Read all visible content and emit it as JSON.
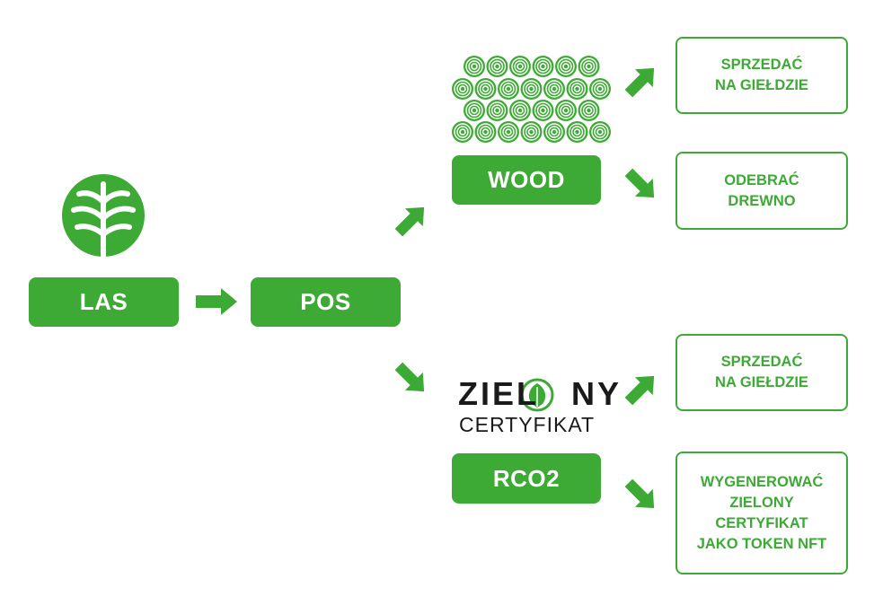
{
  "colors": {
    "accent": "#3daa35",
    "text_dark": "#1a1a1a",
    "background": "#ffffff"
  },
  "nodes": {
    "las": "LAS",
    "pos": "POS",
    "wood": "WOOD",
    "rco2": "RCO2"
  },
  "certificate_logo": {
    "line1": "ZIEL",
    "line1_end": "NY",
    "line2": "CERTYFIKAT"
  },
  "outcomes": {
    "wood_sell": "SPRZEDAĆ\nNA GIEŁDZIE",
    "wood_collect": "ODEBRAĆ\nDREWNO",
    "rco2_sell": "SPRZEDAĆ\nNA GIEŁDZIE",
    "rco2_nft": "WYGENEROWAĆ\nZIELONY\nCERTYFIKAT\nJAKO TOKEN NFT"
  },
  "icons": [
    "tree-leaf-icon",
    "log-pile-icon",
    "leaf-icon",
    "arrow-icon"
  ]
}
